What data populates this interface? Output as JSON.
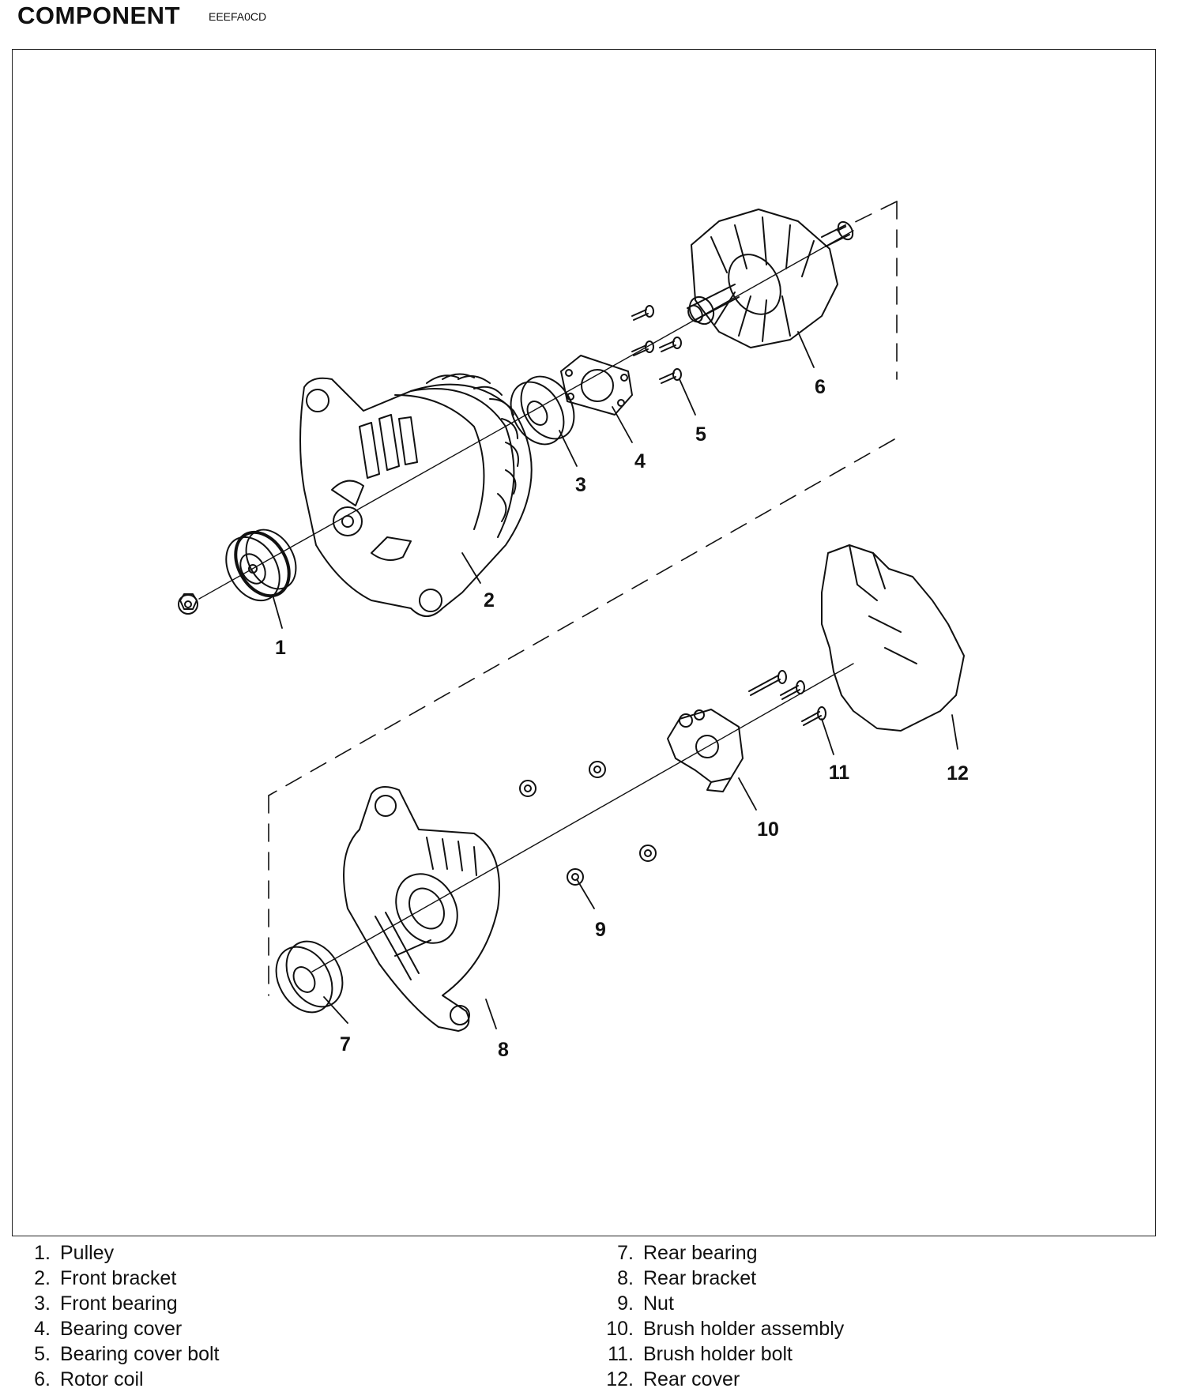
{
  "header": {
    "title": "COMPONENT",
    "code": "EEEFA0CD"
  },
  "callouts": [
    "1",
    "2",
    "3",
    "4",
    "5",
    "6",
    "7",
    "8",
    "9",
    "10",
    "11",
    "12"
  ],
  "legend": {
    "left": [
      {
        "num": "1.",
        "label": "Pulley"
      },
      {
        "num": "2.",
        "label": "Front bracket"
      },
      {
        "num": "3.",
        "label": "Front bearing"
      },
      {
        "num": "4.",
        "label": "Bearing cover"
      },
      {
        "num": "5.",
        "label": "Bearing cover bolt"
      },
      {
        "num": "6.",
        "label": "Rotor coil"
      }
    ],
    "right": [
      {
        "num": "7.",
        "label": "Rear bearing"
      },
      {
        "num": "8.",
        "label": "Rear bracket"
      },
      {
        "num": "9.",
        "label": "Nut"
      },
      {
        "num": "10.",
        "label": "Brush holder assembly"
      },
      {
        "num": "11.",
        "label": "Brush holder bolt"
      },
      {
        "num": "12.",
        "label": "Rear cover"
      }
    ]
  }
}
